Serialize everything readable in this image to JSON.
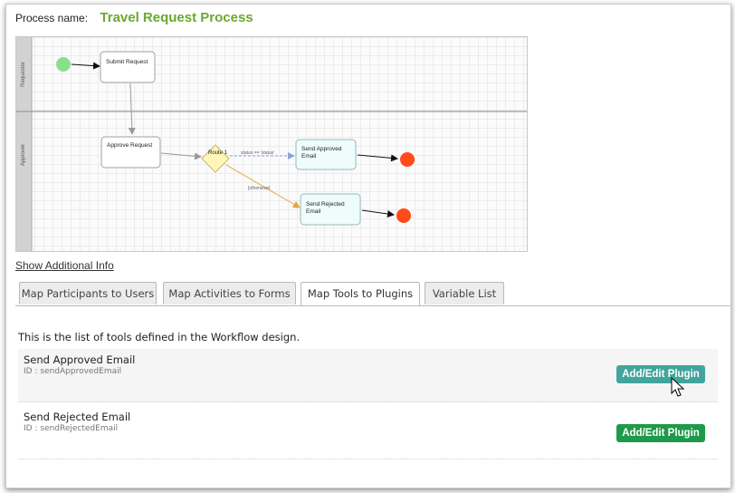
{
  "header": {
    "process_label": "Process name:",
    "process_name": "Travel Request Process"
  },
  "diagram": {
    "lanes": [
      "Requester",
      "Approver"
    ],
    "nodes": {
      "submit": "Submit Request",
      "approve": "Approve Request",
      "route": "Route 1",
      "send_approved_line1": "Send Approved",
      "send_approved_line2": "Email",
      "send_rejected_line1": "Send Rejected",
      "send_rejected_line2": "Email"
    },
    "transitions": {
      "status_condition": "status == 'status'",
      "otherwise": "[otherwise]"
    },
    "colors": {
      "start": "#88e08a",
      "end": "#ff4a1a",
      "gateway": "#fff6b8",
      "tool_fill": "#eefcfc",
      "conditional_line": "#e2a63a",
      "flow_line": "#999999"
    }
  },
  "links": {
    "show_additional_info": "Show Additional Info"
  },
  "tabs": [
    {
      "label": "Map Participants to Users",
      "active": false
    },
    {
      "label": "Map Activities to Forms",
      "active": false
    },
    {
      "label": "Map Tools to Plugins",
      "active": true
    },
    {
      "label": "Variable List",
      "active": false
    }
  ],
  "content": {
    "description": "This is the list of tools defined in the Workflow design.",
    "tools": [
      {
        "name": "Send Approved Email",
        "id": "ID : sendApprovedEmail",
        "button": "Add/Edit Plugin",
        "button_color": "#41a59d"
      },
      {
        "name": "Send Rejected Email",
        "id": "ID : sendRejectedEmail",
        "button": "Add/Edit Plugin",
        "button_color": "#1f9a4a"
      }
    ]
  }
}
